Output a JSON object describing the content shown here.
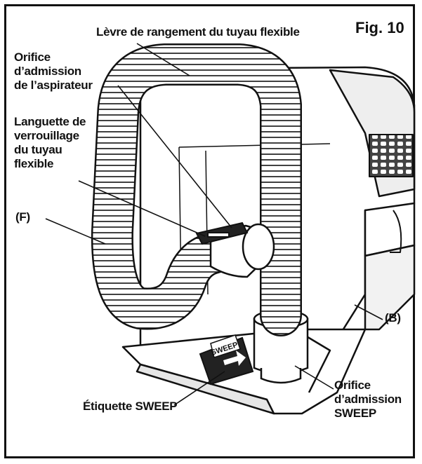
{
  "figure": {
    "number": "Fig. 10"
  },
  "labels": {
    "hose_lip": "Lèvre de rangement du tuyau flexible",
    "vac_intake": [
      "Orifice",
      "d’admission",
      "de l’aspirateur"
    ],
    "lock_tab": [
      "Languette de",
      "verrouillage",
      "du tuyau",
      "flexible"
    ],
    "f": "(F)",
    "b": "(B)",
    "sweep_label": "Étiquette SWEEP",
    "sweep_intake": [
      "Orifice",
      "d’admission",
      "SWEEP"
    ],
    "decal_text": "SWEEP"
  },
  "colors": {
    "ink": "#111111",
    "paper": "#ffffff",
    "shade": "#d9d9d9"
  }
}
